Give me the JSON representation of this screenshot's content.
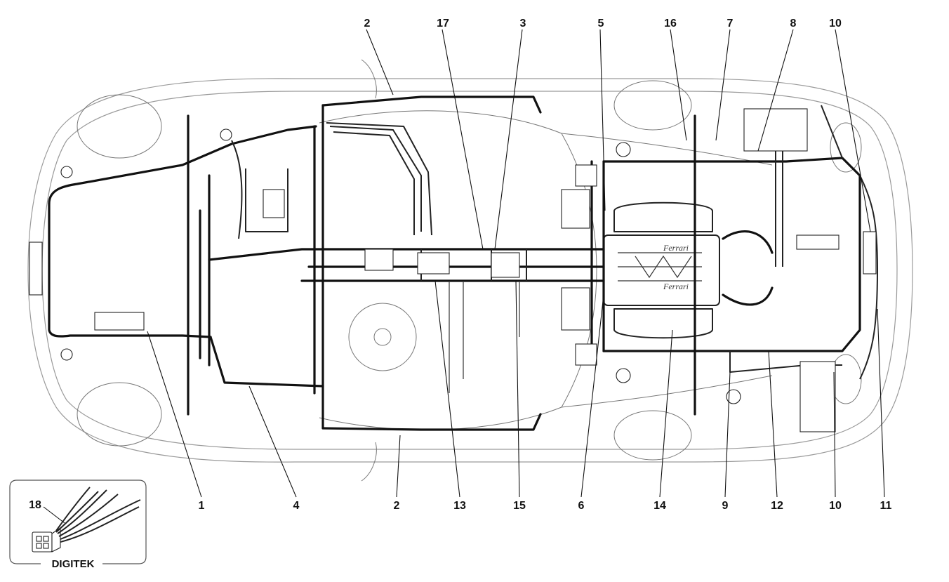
{
  "callouts_top": [
    {
      "label": "2"
    },
    {
      "label": "17"
    },
    {
      "label": "3"
    },
    {
      "label": "5"
    },
    {
      "label": "16"
    },
    {
      "label": "7"
    },
    {
      "label": "8"
    },
    {
      "label": "10"
    }
  ],
  "callouts_bottom": [
    {
      "label": "1"
    },
    {
      "label": "4"
    },
    {
      "label": "2"
    },
    {
      "label": "13"
    },
    {
      "label": "15"
    },
    {
      "label": "6"
    },
    {
      "label": "14"
    },
    {
      "label": "9"
    },
    {
      "label": "12"
    },
    {
      "label": "10"
    },
    {
      "label": "11"
    }
  ],
  "inset": {
    "title": "DIGITEK",
    "callout": "18"
  },
  "engine_logo_1": "Ferrari",
  "engine_logo_2": "Ferrari"
}
